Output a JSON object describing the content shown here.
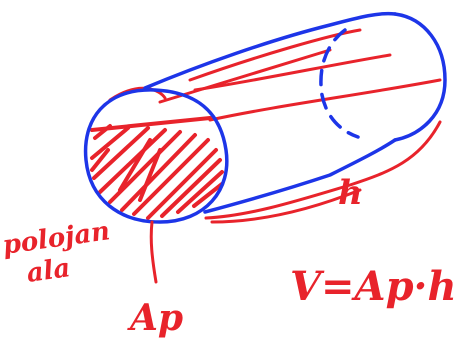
{
  "labels": {
    "height": "h",
    "base_area": "Ap",
    "base_area_name_line1": "polojan",
    "base_area_name_line2": "ala",
    "formula": "V=Ap·h"
  },
  "colors": {
    "red_ink": "#e8232b",
    "blue_ink": "#1d35e8",
    "background": "#ffffff"
  }
}
